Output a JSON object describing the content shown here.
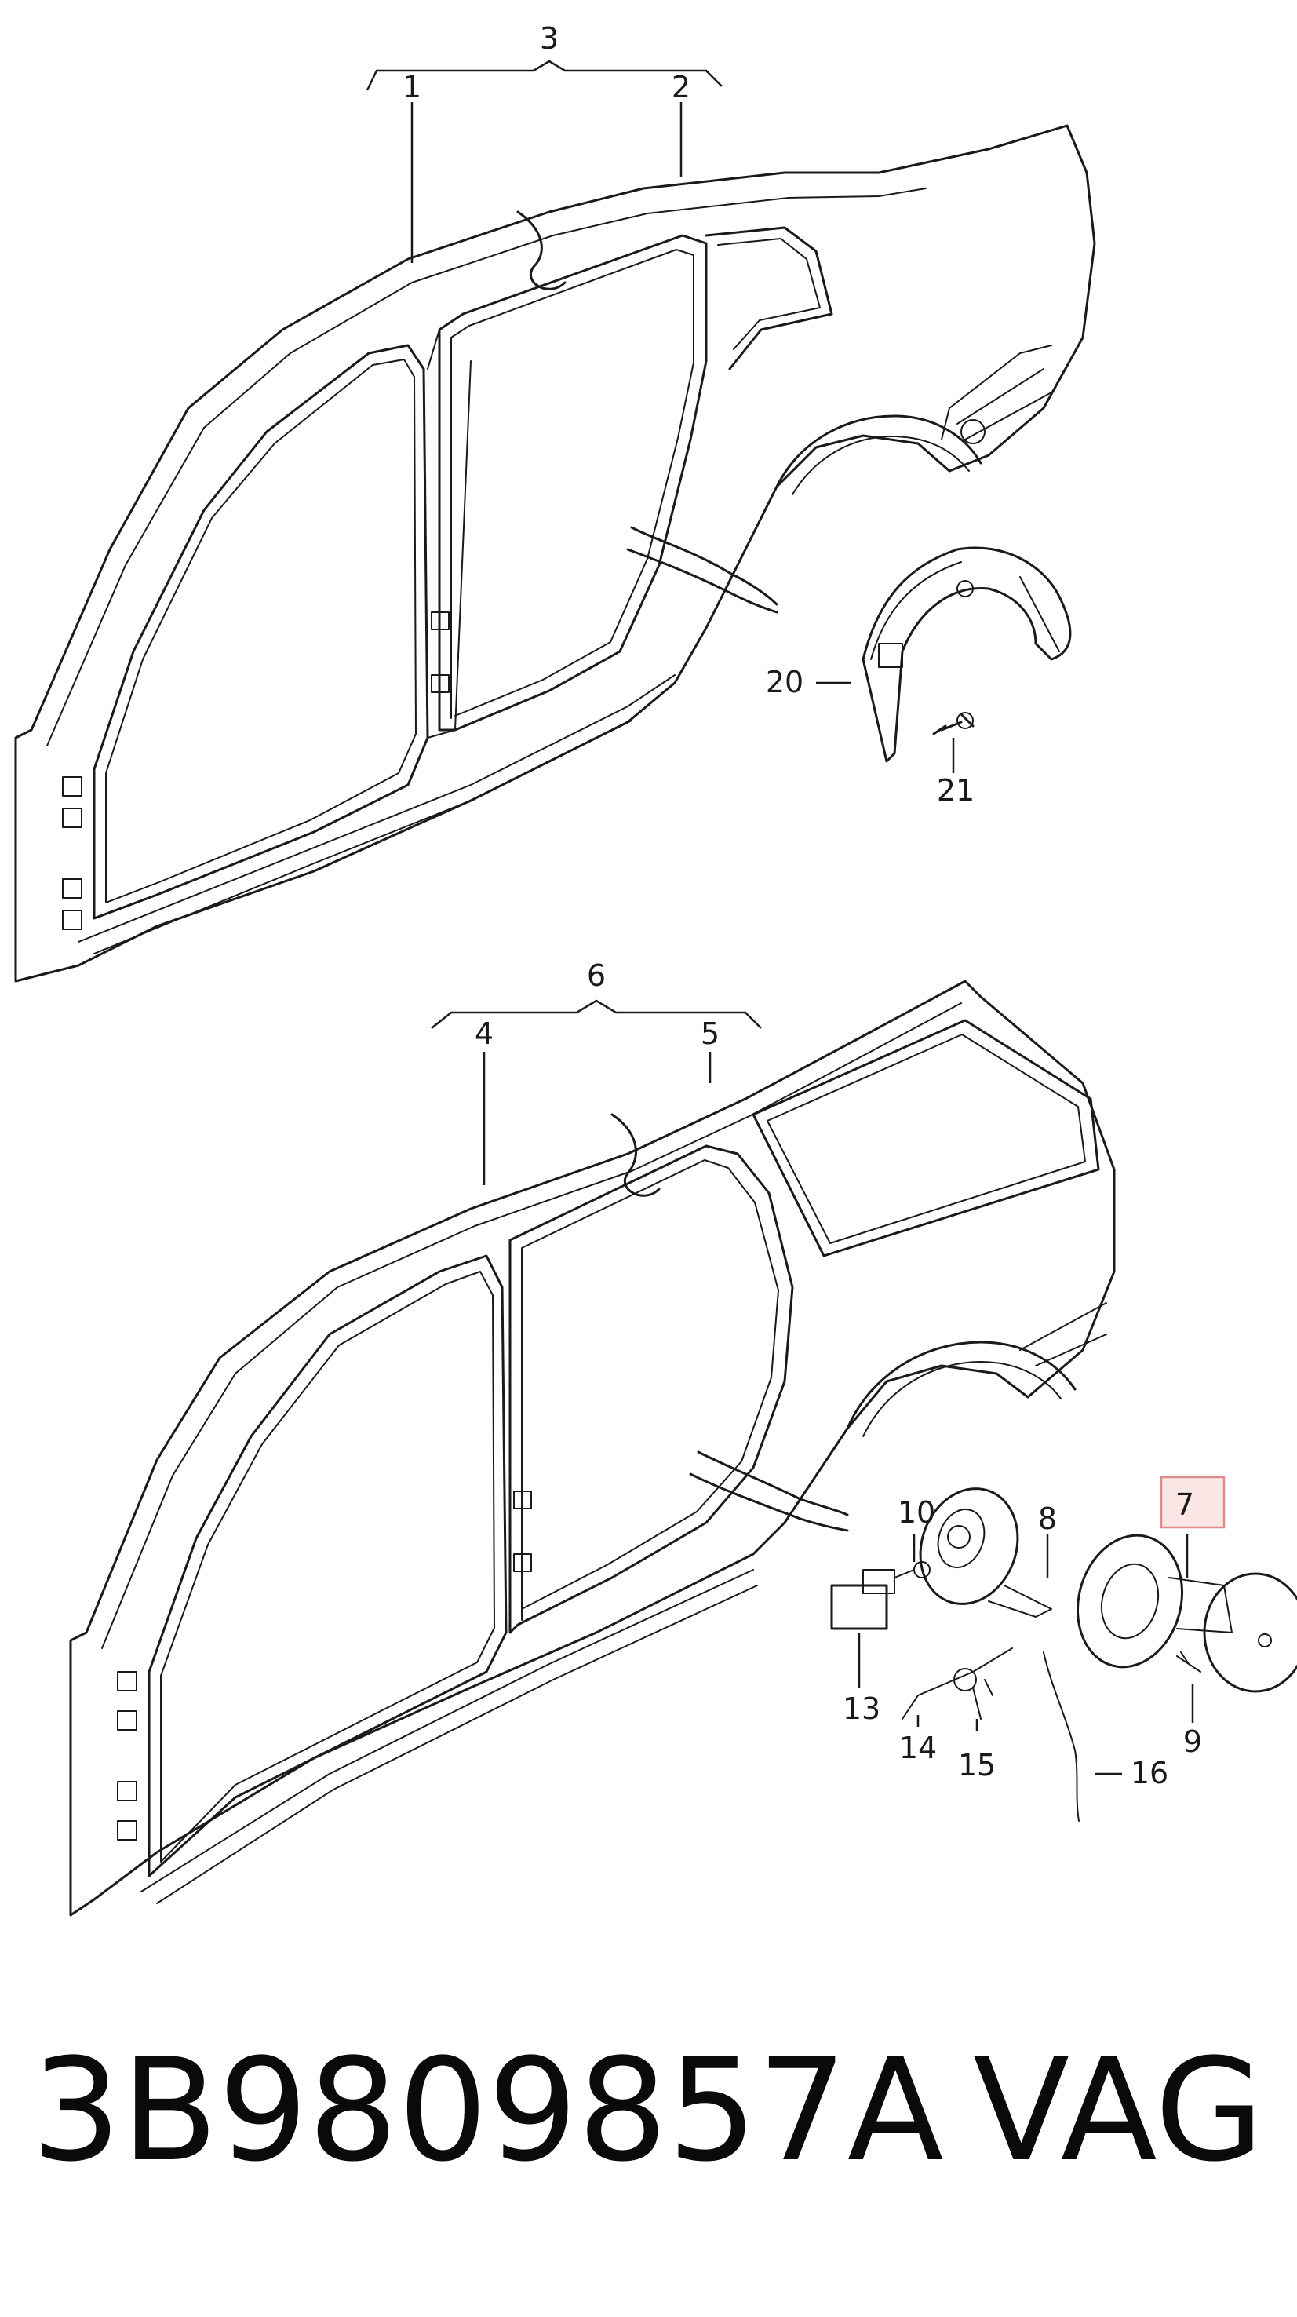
{
  "callouts": {
    "c1": "1",
    "c2": "2",
    "c3": "3",
    "c4": "4",
    "c5": "5",
    "c6": "6",
    "c7": "7",
    "c8": "8",
    "c9": "9",
    "c10": "10",
    "c13": "13",
    "c14": "14",
    "c15": "15",
    "c16": "16",
    "c20": "20",
    "c21": "21"
  },
  "highlighted_callout": "7",
  "colors": {
    "line": "#1a1a1a",
    "highlight_fill": "#fbe6e6",
    "highlight_stroke": "#e08a8a"
  },
  "footer": {
    "part_number": "3B9809857A",
    "brand": "VAG"
  }
}
